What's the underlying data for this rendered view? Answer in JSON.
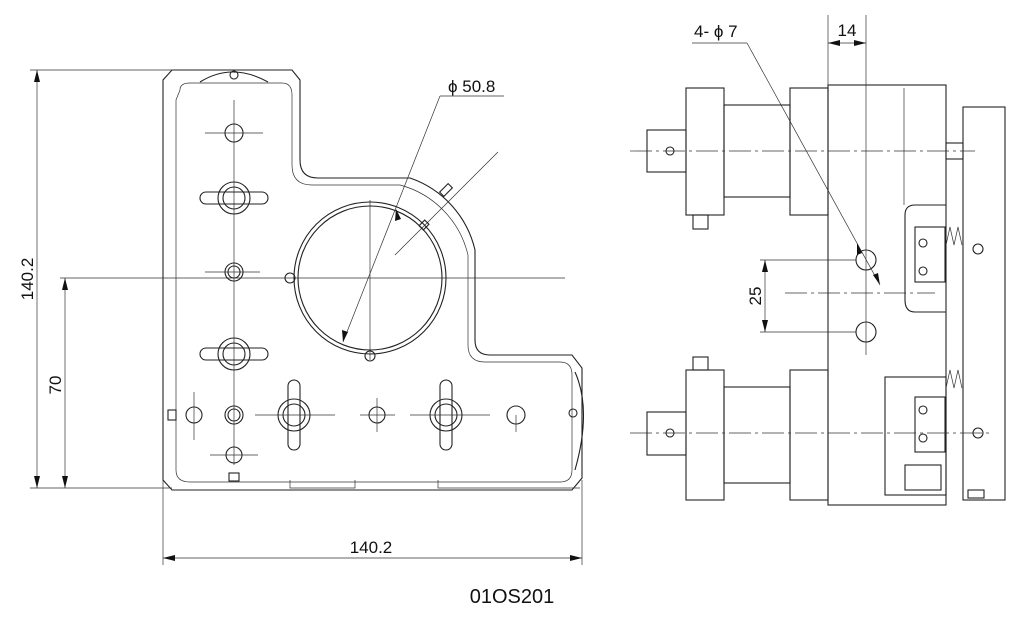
{
  "drawing": {
    "model_code": "01OS201",
    "front_view": {
      "aperture_dim": "ϕ 50.8",
      "height_dim": "140.2",
      "center_height_dim": "70",
      "width_dim": "140.2"
    },
    "side_view": {
      "hole_callout": "4- ϕ 7",
      "offset_dim": "14",
      "hole_spacing_dim": "25"
    }
  }
}
